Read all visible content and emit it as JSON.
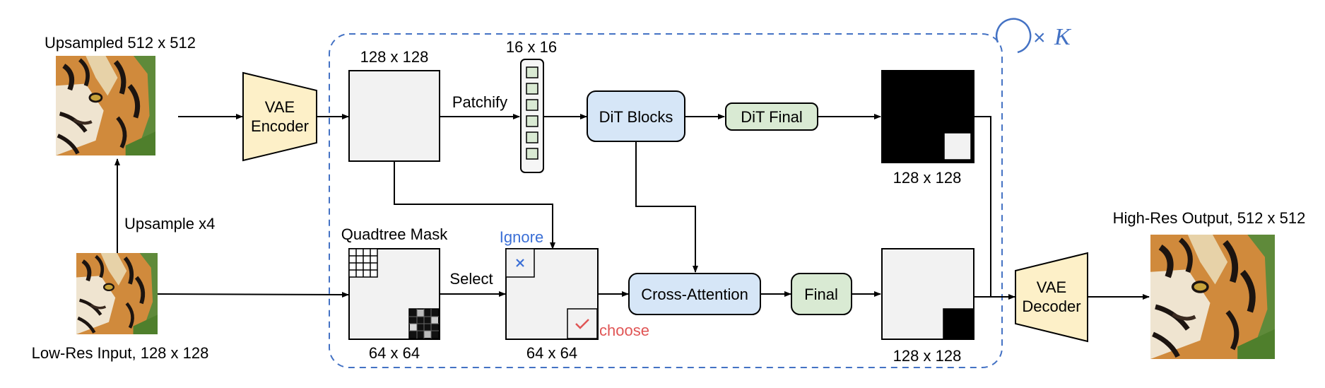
{
  "labels": {
    "upsampled": "Upsampled 512 x 512",
    "upsample_step": "Upsample x4",
    "low_res": "Low-Res Input, 128 x 128",
    "high_res": "High-Res Output, 512 x 512",
    "latent_top": "128 x 128",
    "patch_tokens": "16 x 16",
    "patchify": "Patchify",
    "output_top": "128 x 128",
    "quadtree_mask": "Quadtree Mask",
    "mask_size": "64 x 64",
    "select": "Select",
    "selected_size": "64 x 64",
    "ignore": "Ignore",
    "choose": "choose",
    "output_bottom": "128 x 128",
    "repeat_times": "×",
    "repeat_var": "K"
  },
  "blocks": {
    "vae_encoder": [
      "VAE",
      "Encoder"
    ],
    "vae_decoder": [
      "VAE",
      "Decoder"
    ],
    "dit_blocks": "DiT Blocks",
    "dit_final": "DiT Final",
    "cross_attention": "Cross-Attention",
    "final": "Final"
  },
  "colors": {
    "vae": "#fdf0c8",
    "dit_blue": "#d6e6f7",
    "final_green": "#d9ead3",
    "loop_dashed": "#4472c4",
    "ignore_text": "#3b6fd6",
    "choose_text": "#e05555"
  },
  "icons": {
    "ignore_mark": "x-mark-icon",
    "choose_mark": "check-mark-icon",
    "repeat_loop": "loop-arrow-icon"
  }
}
